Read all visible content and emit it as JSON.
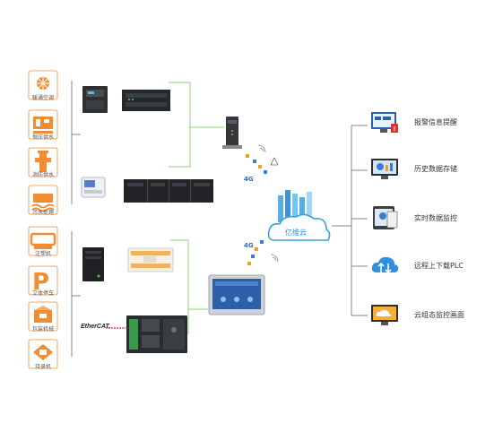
{
  "industries": [
    {
      "label": "暖通空调",
      "icon": "hvac-icon"
    },
    {
      "label": "恒压供水",
      "icon": "constant-pressure-water-icon"
    },
    {
      "label": "消防供水",
      "icon": "fire-water-supply-icon"
    },
    {
      "label": "污水处理",
      "icon": "sewage-treatment-icon"
    },
    {
      "label": "注塑机",
      "icon": "injection-molding-icon"
    },
    {
      "label": "立体停车",
      "icon": "parking-icon"
    },
    {
      "label": "包装机械",
      "icon": "packaging-machine-icon"
    },
    {
      "label": "烧录机",
      "icon": "programmer-machine-icon"
    }
  ],
  "cloud": {
    "label": "亿维云"
  },
  "network": {
    "signal_label": "4G"
  },
  "ethercat_label": "EtherCAT.",
  "outputs": [
    {
      "label": "报警信息提醒",
      "icon": "alarm-monitor-icon"
    },
    {
      "label": "历史数据存储",
      "icon": "history-data-monitor-icon"
    },
    {
      "label": "实时数据监控",
      "icon": "realtime-tablet-icon"
    },
    {
      "label": "远程上下载PLC",
      "icon": "cloud-transfer-icon"
    },
    {
      "label": "云组态监控画面",
      "icon": "cloud-scada-screen-icon"
    }
  ],
  "colors": {
    "industry_orange": "#f08c32",
    "line_green": "#8cd27a",
    "bracket_gray": "#888888",
    "cloud_blue": "#3aa0e0"
  }
}
